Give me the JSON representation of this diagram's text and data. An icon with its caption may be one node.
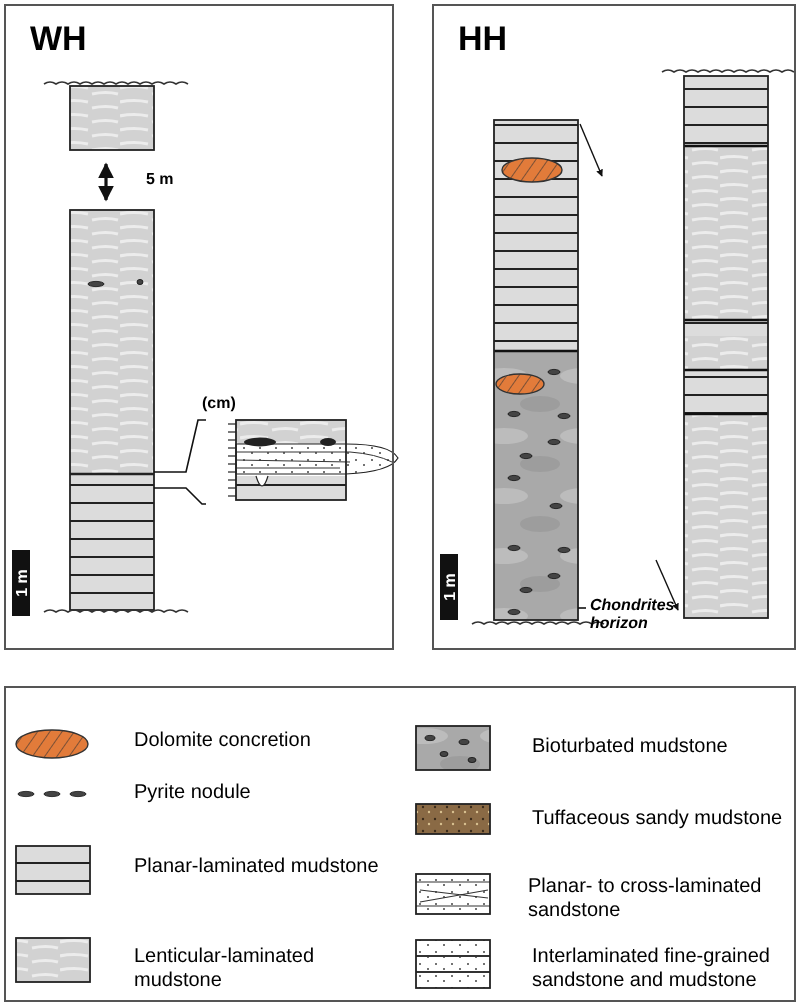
{
  "diagram": {
    "nodes": [
      {
        "text": [
          "WH"
        ]
      },
      {
        "text": [
          "HH"
        ]
      }
    ],
    "labels": [
      "5 m",
      "(cm)",
      "1 m",
      "1 m",
      "Chondrites horizon"
    ],
    "legend": [
      {
        "text": "Dolomite concretion"
      },
      {
        "text": "Pyrite nodule"
      },
      {
        "text": "Planar-laminated mudstone"
      },
      {
        "text": "Lenticular-laminated mudstone"
      },
      {
        "text": "Bioturbated mudstone"
      },
      {
        "text": "Tuffaceous sandy mudstone"
      },
      {
        "text": "Planar- to cross-laminated sandstone"
      },
      {
        "text": "Interlaminated fine-grained sandstone and mudstone"
      }
    ]
  }
}
